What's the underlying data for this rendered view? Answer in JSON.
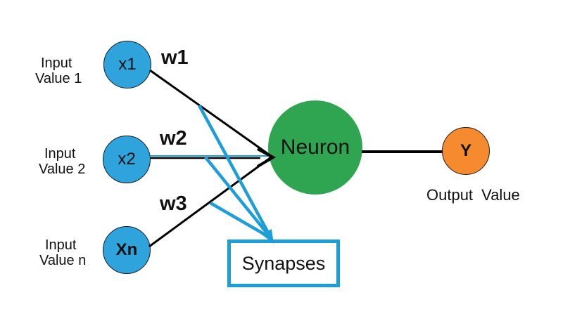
{
  "diagram": {
    "nodes": {
      "inputs": [
        {
          "label": "x1",
          "caption_line1": "Input",
          "caption_line2": "Value 1",
          "weight_label": "w1"
        },
        {
          "label": "x2",
          "caption_line1": "Input",
          "caption_line2": "Value 2",
          "weight_label": "w2"
        },
        {
          "label": "Xn",
          "caption_line1": "Input",
          "caption_line2": "Value n",
          "weight_label": "w3"
        }
      ],
      "neuron": {
        "label": "Neuron"
      },
      "output": {
        "label": "Y",
        "caption": "Output Value"
      }
    },
    "synapses_box": {
      "label": "Synapses"
    },
    "colors": {
      "input_node_fill": "#2EA3DC",
      "neuron_fill": "#2FA552",
      "output_fill": "#F68A2E",
      "synapse_accent": "#1E9ED9",
      "line_color": "#000000"
    }
  }
}
